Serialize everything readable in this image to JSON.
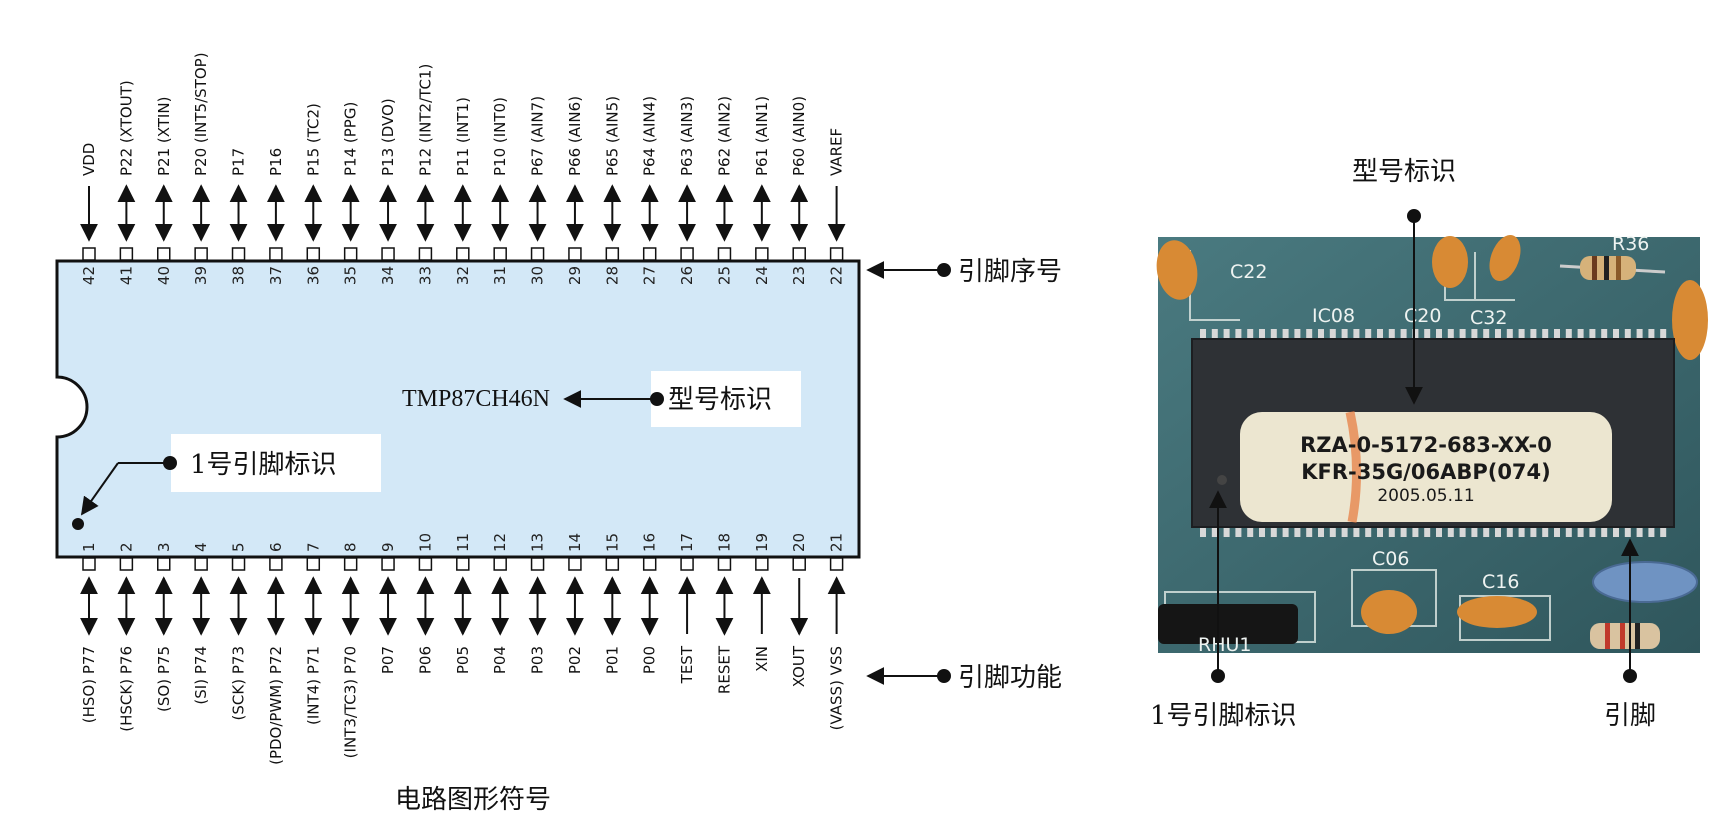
{
  "chip_symbol": {
    "model": "TMP87CH46N",
    "top_pins": [
      {
        "num": "42",
        "label": "VDD",
        "dir": "in"
      },
      {
        "num": "41",
        "label": "P22 (XTOUT)",
        "dir": "bi"
      },
      {
        "num": "40",
        "label": "P21 (XTIN)",
        "dir": "bi"
      },
      {
        "num": "39",
        "label": "P20 (INT5/STOP)",
        "dir": "bi"
      },
      {
        "num": "38",
        "label": "P17",
        "dir": "bi"
      },
      {
        "num": "37",
        "label": "P16",
        "dir": "bi"
      },
      {
        "num": "36",
        "label": "P15 (TC2)",
        "dir": "bi"
      },
      {
        "num": "35",
        "label": "P14 (PPG)",
        "dir": "bi"
      },
      {
        "num": "34",
        "label": "P13 (DVO)",
        "dir": "bi"
      },
      {
        "num": "33",
        "label": "P12 (INT2/TC1)",
        "dir": "bi"
      },
      {
        "num": "32",
        "label": "P11 (INT1)",
        "dir": "bi"
      },
      {
        "num": "31",
        "label": "P10 (INT0)",
        "dir": "bi"
      },
      {
        "num": "30",
        "label": "P67 (AIN7)",
        "dir": "bi"
      },
      {
        "num": "29",
        "label": "P66 (AIN6)",
        "dir": "bi"
      },
      {
        "num": "28",
        "label": "P65 (AIN5)",
        "dir": "bi"
      },
      {
        "num": "27",
        "label": "P64 (AIN4)",
        "dir": "bi"
      },
      {
        "num": "26",
        "label": "P63 (AIN3)",
        "dir": "bi"
      },
      {
        "num": "25",
        "label": "P62 (AIN2)",
        "dir": "bi"
      },
      {
        "num": "24",
        "label": "P61 (AIN1)",
        "dir": "bi"
      },
      {
        "num": "23",
        "label": "P60 (AIN0)",
        "dir": "bi"
      },
      {
        "num": "22",
        "label": "VAREF",
        "dir": "in"
      }
    ],
    "bottom_pins": [
      {
        "num": "1",
        "label": "(HSO) P77",
        "dir": "bi"
      },
      {
        "num": "2",
        "label": "(HSCK) P76",
        "dir": "bi"
      },
      {
        "num": "3",
        "label": "(SO) P75",
        "dir": "bi"
      },
      {
        "num": "4",
        "label": "(SI) P74",
        "dir": "bi"
      },
      {
        "num": "5",
        "label": "(SCK) P73",
        "dir": "bi"
      },
      {
        "num": "6",
        "label": "(PDO/PWM) P72",
        "dir": "bi"
      },
      {
        "num": "7",
        "label": "(INT4) P71",
        "dir": "bi"
      },
      {
        "num": "8",
        "label": "(INT3/TC3) P70",
        "dir": "bi"
      },
      {
        "num": "9",
        "label": "P07",
        "dir": "bi"
      },
      {
        "num": "10",
        "label": "P06",
        "dir": "bi"
      },
      {
        "num": "11",
        "label": "P05",
        "dir": "bi"
      },
      {
        "num": "12",
        "label": "P04",
        "dir": "bi"
      },
      {
        "num": "13",
        "label": "P03",
        "dir": "bi"
      },
      {
        "num": "14",
        "label": "P02",
        "dir": "bi"
      },
      {
        "num": "15",
        "label": "P01",
        "dir": "bi"
      },
      {
        "num": "16",
        "label": "P00",
        "dir": "bi"
      },
      {
        "num": "17",
        "label": "TEST",
        "dir": "in"
      },
      {
        "num": "18",
        "label": "RESET",
        "dir": "bi"
      },
      {
        "num": "19",
        "label": "XIN",
        "dir": "in"
      },
      {
        "num": "20",
        "label": "XOUT",
        "dir": "out"
      },
      {
        "num": "21",
        "label": "(VASS) VSS",
        "dir": "in"
      }
    ]
  },
  "annotations": {
    "pin_number": "引脚序号",
    "pin_function": "引脚功能",
    "model_id": "型号标识",
    "pin1_id": "1号引脚标识",
    "caption": "电路图形符号"
  },
  "photo": {
    "chip_label_line1": "RZA-0-5172-683-XX-0",
    "chip_label_line2": "KFR-35G/06ABP(074)",
    "chip_label_line3": "2005.05.11",
    "components": [
      "C22",
      "IC08",
      "C20",
      "C32",
      "R36",
      "C06",
      "C16",
      "RHU1"
    ],
    "model_id": "型号标识",
    "pin1_id": "1号引脚标识",
    "pins": "引脚"
  },
  "colors": {
    "chip_fill": "#d3e8f7",
    "pcb_green": "#3f6a70",
    "chip_body": "#2e3135",
    "label_paper": "#ece6d0",
    "capacitor_orange": "#d88a34"
  }
}
